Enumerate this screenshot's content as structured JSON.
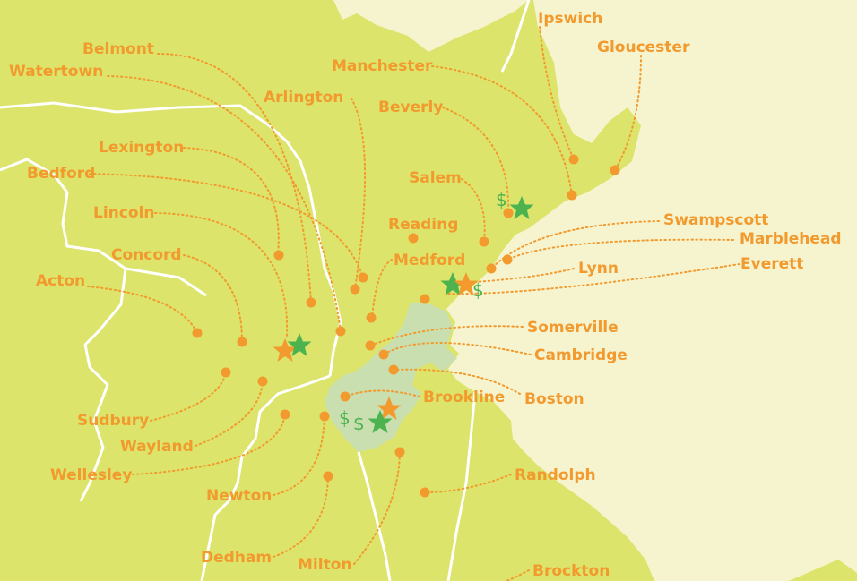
{
  "colors": {
    "land": "#dce46b",
    "water": "#f6f4cf",
    "city": "#c9dfb0",
    "orange": "#f29a2e",
    "green": "#4cb34f",
    "boundary": "#ffffff"
  },
  "towns": [
    {
      "name": "Ipswich"
    },
    {
      "name": "Gloucester"
    },
    {
      "name": "Belmont"
    },
    {
      "name": "Watertown"
    },
    {
      "name": "Manchester"
    },
    {
      "name": "Arlington"
    },
    {
      "name": "Beverly"
    },
    {
      "name": "Lexington"
    },
    {
      "name": "Bedford"
    },
    {
      "name": "Salem"
    },
    {
      "name": "Lincoln"
    },
    {
      "name": "Swampscott"
    },
    {
      "name": "Reading"
    },
    {
      "name": "Marblehead"
    },
    {
      "name": "Concord"
    },
    {
      "name": "Medford"
    },
    {
      "name": "Everett"
    },
    {
      "name": "Lynn"
    },
    {
      "name": "Acton"
    },
    {
      "name": "Somerville"
    },
    {
      "name": "Cambridge"
    },
    {
      "name": "Boston"
    },
    {
      "name": "Brookline"
    },
    {
      "name": "Sudbury"
    },
    {
      "name": "Wayland"
    },
    {
      "name": "Wellesley"
    },
    {
      "name": "Newton"
    },
    {
      "name": "Randolph"
    },
    {
      "name": "Dedham"
    },
    {
      "name": "Milton"
    },
    {
      "name": "Brockton"
    }
  ],
  "markers": {
    "dollar_symbol": "$"
  }
}
